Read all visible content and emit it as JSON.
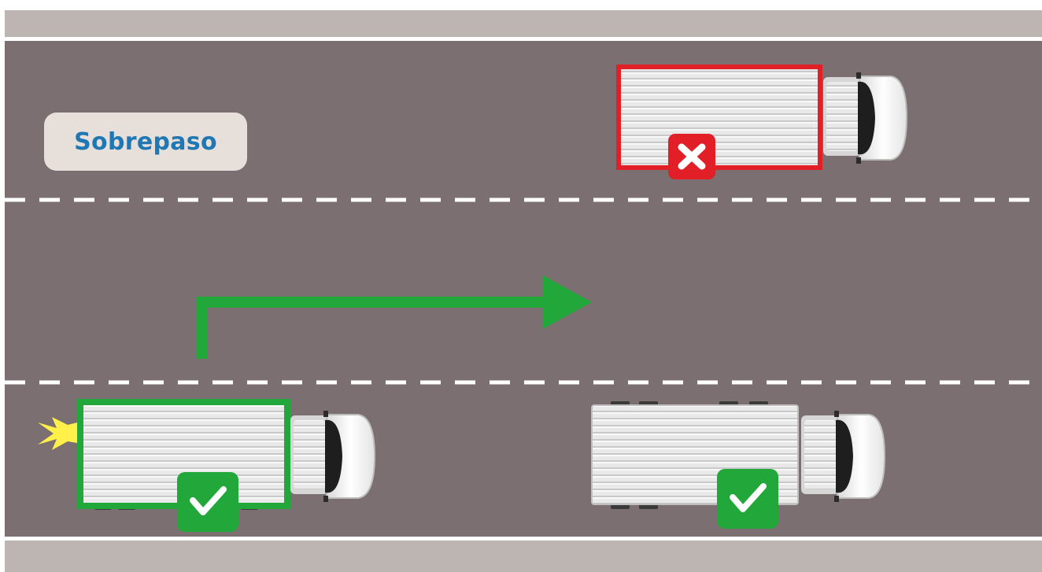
{
  "label": {
    "text": "Sobrepaso"
  },
  "trucks": [
    {
      "id": "truck-top",
      "status": "incorrect",
      "status_icon": "x-icon"
    },
    {
      "id": "truck-overtaking",
      "status": "correct",
      "status_icon": "check-icon",
      "signal": "turn-signal-icon"
    },
    {
      "id": "truck-ahead",
      "status": "correct",
      "status_icon": "check-icon"
    }
  ],
  "arrow": {
    "icon": "arrow-right-icon"
  },
  "colors": {
    "road": "#7b6f71",
    "shoulder": "#bcb5b2",
    "lane_marking": "#ffffff",
    "label_bg": "#e7e0da",
    "label_text": "#1f78b4",
    "correct": "#22a83a",
    "incorrect": "#e21e26",
    "signal": "#fff04a",
    "cargo": "#e2e2e2",
    "cab": "#f4f4f4"
  }
}
